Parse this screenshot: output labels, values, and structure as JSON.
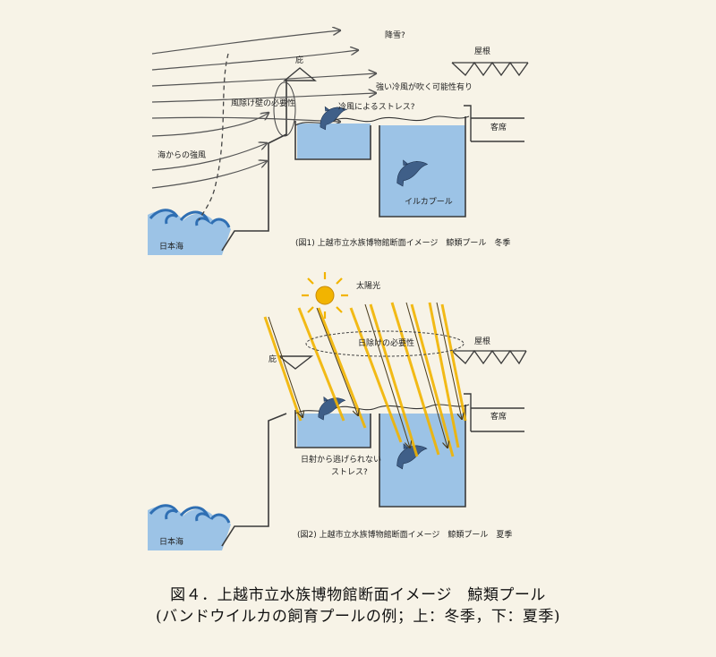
{
  "figure1": {
    "labels": {
      "snow": "降雪?",
      "eaves": "庇",
      "roof": "屋根",
      "cold_wind_possibility": "強い冷風が吹く可能性有り",
      "windbreak_need": "風除け壁の必要性",
      "cold_stress": "冷風によるストレス?",
      "seats": "客席",
      "sea_wind": "海からの強風",
      "dolphin_pool": "イルカプール",
      "sea": "日本海"
    },
    "subcaption": "(図1) 上越市立水族博物館断面イメージ　鯨類プール　冬季"
  },
  "figure2": {
    "labels": {
      "sunlight": "太陽光",
      "shade_need": "日除けの必要性",
      "roof": "屋根",
      "eaves": "庇",
      "seats": "客席",
      "sun_stress_line1": "日射から逃げられない",
      "sun_stress_line2": "ストレス?",
      "sea": "日本海"
    },
    "subcaption": "(図2) 上越市立水族博物館断面イメージ　鯨類プール　夏季"
  },
  "caption": {
    "line1": "図４．上越市立水族博物館断面イメージ　鯨類プール",
    "line2": "(バンドウイルカの飼育プールの例；上：冬季，下：夏季)"
  },
  "colors": {
    "water": "#9cc3e6",
    "wave": "#2f6fb3",
    "sun": "#f2b400",
    "ink": "#3a3a3a",
    "dolphin": "#3f5f88"
  }
}
